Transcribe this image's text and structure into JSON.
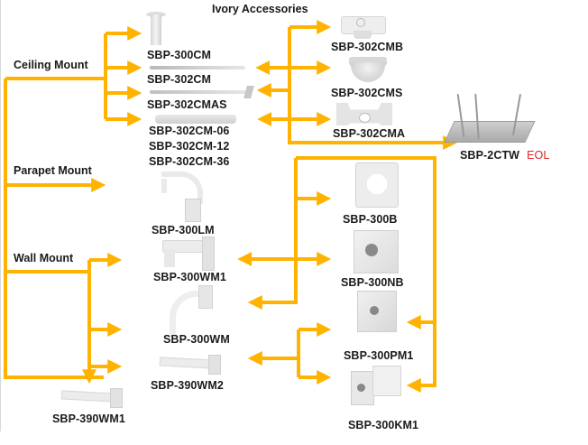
{
  "title": "Ivory Accessories",
  "colors": {
    "connector": "#FFB300",
    "eol": "#E0242C",
    "text": "#1A1A1A"
  },
  "categories": {
    "ceiling": "Ceiling Mount",
    "parapet": "Parapet Mount",
    "wall": "Wall Mount"
  },
  "products": {
    "sbp300cm": "SBP-300CM",
    "sbp302cm": "SBP-302CM",
    "sbp302cmas": "SBP-302CMAS",
    "sbp302cm06": "SBP-302CM-06",
    "sbp302cm12": "SBP-302CM-12",
    "sbp302cm36": "SBP-302CM-36",
    "sbp302cmb": "SBP-302CMB",
    "sbp302cms": "SBP-302CMS",
    "sbp302cma": "SBP-302CMA",
    "sbp2ctw": "SBP-2CTW",
    "sbp300lm": "SBP-300LM",
    "sbp300wm1": "SBP-300WM1",
    "sbp300wm": "SBP-300WM",
    "sbp390wm2": "SBP-390WM2",
    "sbp390wm1": "SBP-390WM1",
    "sbp300b": "SBP-300B",
    "sbp300nb": "SBP-300NB",
    "sbp300pm1": "SBP-300PM1",
    "sbp300km1": "SBP-300KM1"
  },
  "status": {
    "sbp2ctw": "EOL"
  }
}
